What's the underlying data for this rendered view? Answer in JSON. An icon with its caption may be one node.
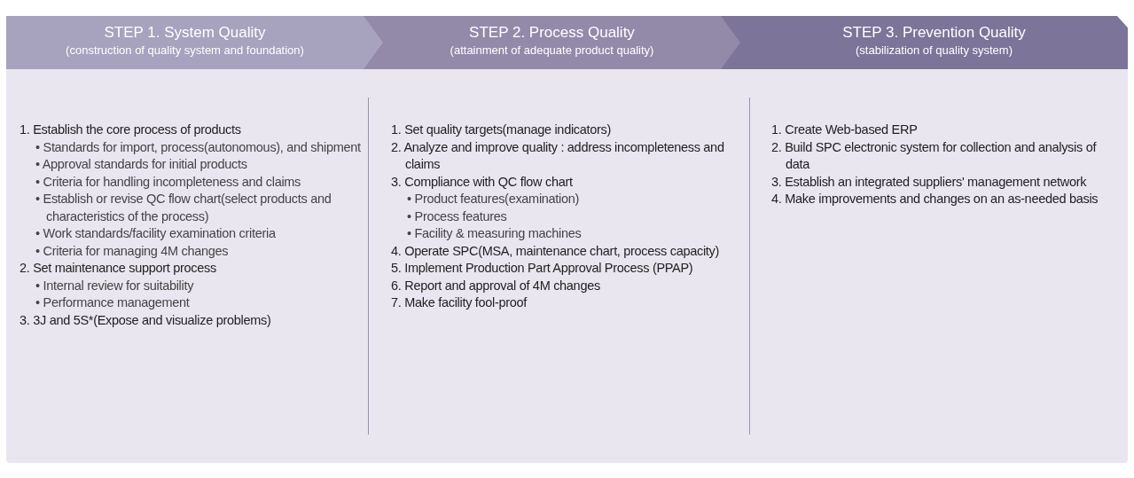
{
  "diagram": {
    "nodes": [
      {
        "text": [
          "STEP 1. System Quality",
          "(construction of quality system and foundation)"
        ]
      },
      {
        "text": [
          "STEP 2. Process Quality",
          "(attainment of adequate product quality)"
        ]
      },
      {
        "text": [
          "STEP 3. Prevention Quality",
          "(stabilization of quality system)"
        ]
      }
    ],
    "edges": [
      {
        "from": 0,
        "to": 1,
        "arrow": "to"
      },
      {
        "from": 1,
        "to": 2,
        "arrow": "to"
      }
    ],
    "labels": [
      "1. Establish the core process of products",
      "• Standards for import, process(autonomous), and shipment",
      "• Approval standards for initial products",
      "• Criteria for handling incompleteness and claims",
      "• Establish or revise QC flow chart(select products and characteristics of the process)",
      "• Work standards/facility examination criteria",
      "• Criteria for managing 4M changes",
      "2. Set maintenance support process",
      "• Internal review for suitability",
      "• Performance management",
      "3. 3J and 5S*(Expose and visualize problems)",
      "1. Set quality targets(manage indicators)",
      "2. Analyze and improve quality : address incompleteness and claims",
      "3. Compliance with QC flow chart",
      "• Product features(examination)",
      "• Process features",
      "• Facility & measuring machines",
      "4. Operate SPC(MSA, maintenance chart, process capacity)",
      "5. Implement Production Part Approval Process (PPAP)",
      "6. Report and approval of 4M changes",
      "7. Make facility fool-proof",
      "1. Create Web-based ERP",
      "2. Build SPC electronic system for collection and analysis of data",
      "3. Establish an integrated suppliers' management network",
      "4. Make improvements and changes on an as-needed basis"
    ]
  }
}
